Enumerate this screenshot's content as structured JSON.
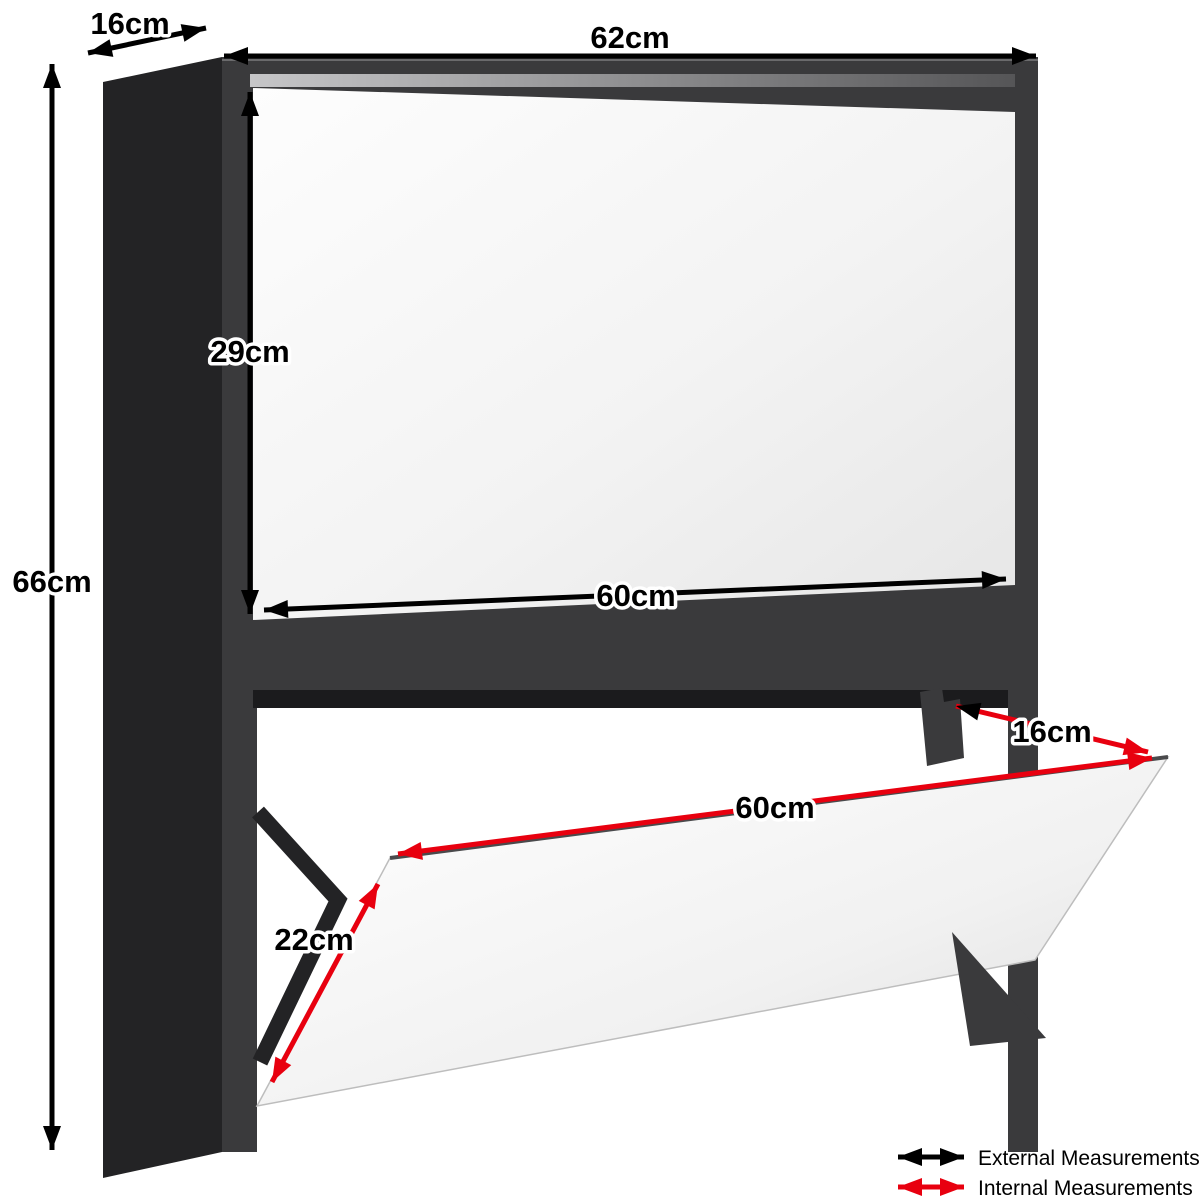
{
  "diagram": {
    "colors": {
      "background": "#ffffff",
      "cabinet_dark": "#3a3a3c",
      "cabinet_side": "#232325",
      "arrow_black": "#000000",
      "arrow_red": "#e8000f"
    },
    "measurements": {
      "external_height": "66cm",
      "external_top_depth": "16cm",
      "external_width": "62cm",
      "door_height": "29cm",
      "door_width": "60cm",
      "drawer_width": "60cm",
      "drawer_depth": "16cm",
      "drawer_front_height": "22cm"
    },
    "legend": {
      "external": "External Measurements",
      "internal": "Internal Measurements"
    }
  }
}
